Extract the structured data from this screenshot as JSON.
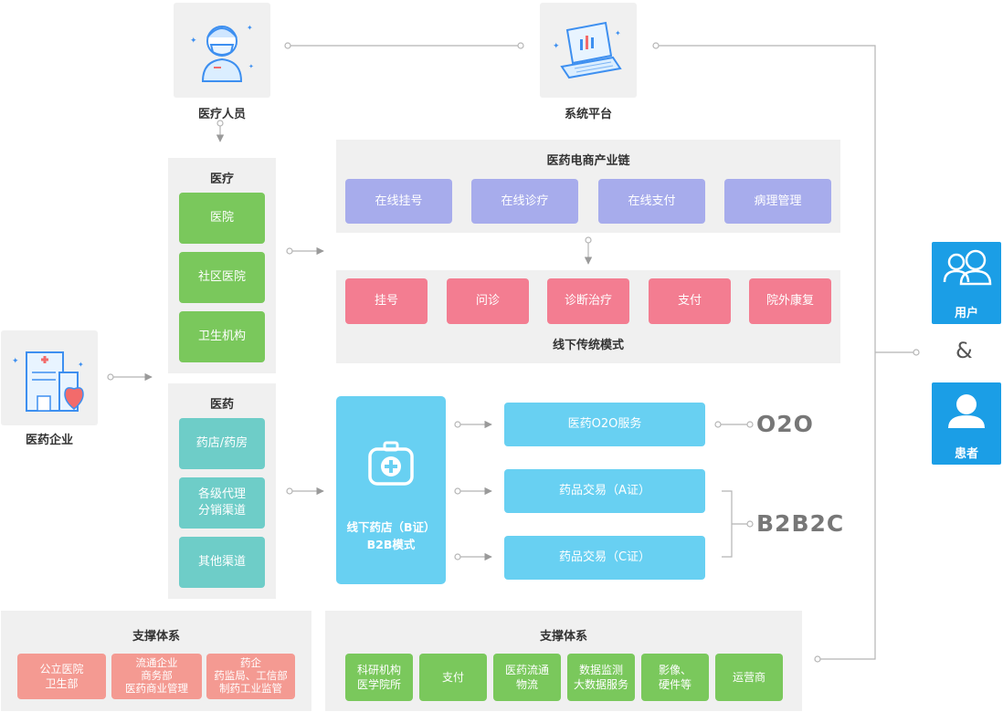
{
  "top": {
    "medical_staff": "医疗人员",
    "system_platform": "系统平台",
    "pharma_enterprise": "医药企业"
  },
  "medical": {
    "title": "医疗",
    "items": [
      "医院",
      "社区医院",
      "卫生机构"
    ]
  },
  "pharmacy": {
    "title": "医药",
    "items": [
      "药店/药房",
      "各级代理\n分销渠道",
      "其他渠道"
    ]
  },
  "ecommerce_chain": {
    "title": "医药电商产业链",
    "items": [
      "在线挂号",
      "在线诊疗",
      "在线支付",
      "病理管理"
    ]
  },
  "offline_mode": {
    "title": "线下传统模式",
    "items": [
      "挂号",
      "问诊",
      "诊断治疗",
      "支付",
      "院外康复"
    ]
  },
  "b2b_store": {
    "line1": "线下药店（B证）",
    "line2": "B2B模式"
  },
  "services": {
    "o2o_service": "医药O2O服务",
    "trade_a": "药品交易（A证）",
    "trade_c": "药品交易（C证）",
    "o2o_label": "O2O",
    "b2b2c_label": "B2B2C"
  },
  "support_left": {
    "title": "支撑体系",
    "items": [
      "公立医院\n卫生部",
      "流通企业\n商务部\n医药商业管理",
      "药企\n药监局、工信部\n制药工业监管"
    ]
  },
  "support_right": {
    "title": "支撑体系",
    "items": [
      "科研机构\n医学院所",
      "支付",
      "医药流通\n物流",
      "数据监测\n大数据服务",
      "影像、\n硬件等",
      "运营商"
    ]
  },
  "users": {
    "user": "用户",
    "amp": "&",
    "patient": "患者"
  },
  "colors": {
    "green": "#7ac85c",
    "teal": "#6ecdc8",
    "purple": "#a7acec",
    "pink": "#f37d91",
    "blue": "#68d0f2",
    "salmon": "#f49a92",
    "navy": "#1b9ee6",
    "panel": "#f0f0f0"
  }
}
